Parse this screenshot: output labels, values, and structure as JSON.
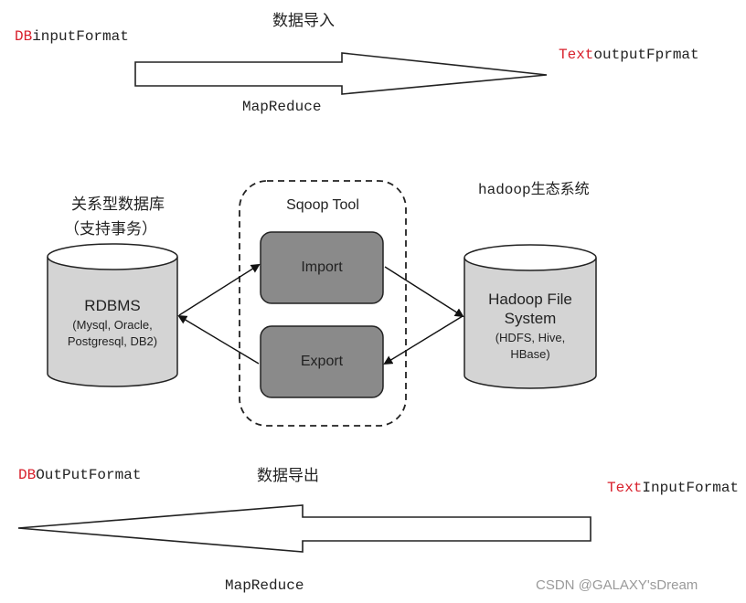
{
  "top": {
    "title": "数据导入",
    "left_label_prefix": "DB",
    "left_label_suffix": "inputFormat",
    "right_label_prefix": "Text",
    "right_label_suffix": "outputFprmat",
    "arrow_label": "MapReduce"
  },
  "middle": {
    "rdbms_heading_line1": "关系型数据库",
    "rdbms_heading_line2": "（支持事务）",
    "rdbms_title": "RDBMS",
    "rdbms_sub1": "(Mysql, Oracle,",
    "rdbms_sub2": "Postgresql, DB2)",
    "sqoop_title": "Sqoop Tool",
    "import_label": "Import",
    "export_label": "Export",
    "hadoop_heading": "hadoop生态系统",
    "hadoop_title1": "Hadoop File",
    "hadoop_title2": "System",
    "hadoop_sub1": "(HDFS, Hive,",
    "hadoop_sub2": "HBase)"
  },
  "bottom": {
    "title": "数据导出",
    "left_label_prefix": "DB",
    "left_label_suffix": "OutPutFormat",
    "right_label_prefix": "Text",
    "right_label_suffix": "InputFormat",
    "arrow_label": "MapReduce"
  },
  "watermark": "CSDN @GALAXY'sDream",
  "colors": {
    "accent_red": "#d8202c",
    "cylinder_fill": "#d4d4d4",
    "box_fill": "#8a8a8a"
  }
}
